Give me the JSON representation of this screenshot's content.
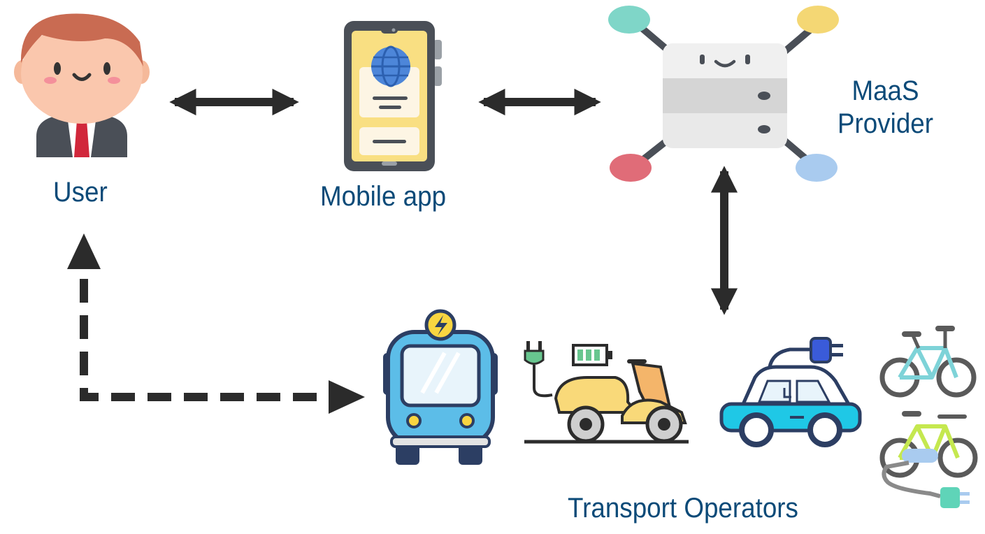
{
  "labels": {
    "user": "User",
    "mobile_app": "Mobile app",
    "maas_line1": "MaaS",
    "maas_line2": "Provider",
    "transport_operators": "Transport Operators"
  },
  "icons": [
    "user-icon",
    "mobile-app-icon",
    "maas-server-icon",
    "bus-icon",
    "electric-scooter-icon",
    "electric-car-icon",
    "bicycle-icon",
    "electric-bicycle-icon"
  ],
  "colors": {
    "label": "#0b4a78",
    "arrow": "#2b2b2b",
    "bus": "#5cbde8",
    "scooter": "#f9d979",
    "car": "#1fc8e6",
    "phone_screen": "#f9df82"
  }
}
